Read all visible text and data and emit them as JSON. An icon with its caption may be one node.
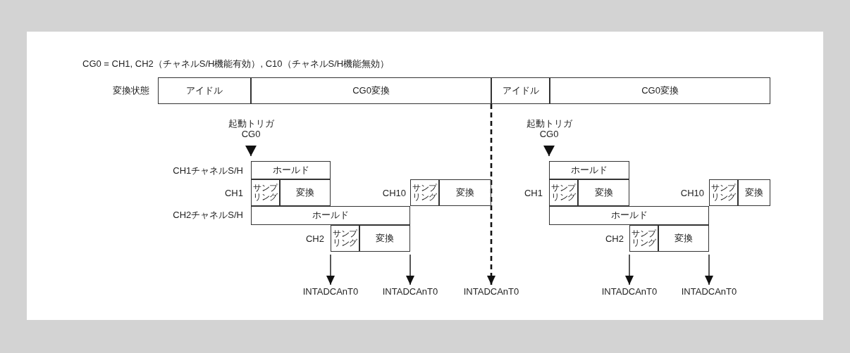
{
  "diagram": {
    "title": "CG0 = CH1, CH2（チャネルS/H機能有効）, C10（チャネルS/H機能無効）",
    "nodes": [
      {
        "text": [
          "アイドル"
        ]
      },
      {
        "text": [
          "CG0変換"
        ]
      },
      {
        "text": [
          "アイドル"
        ]
      },
      {
        "text": [
          "CG0変換"
        ]
      },
      {
        "text": [
          "起動トリガ CG0"
        ]
      },
      {
        "text": [
          "ホールド"
        ]
      },
      {
        "text": [
          "サンプリング"
        ]
      },
      {
        "text": [
          "変換"
        ]
      },
      {
        "text": [
          "サンプリング"
        ]
      },
      {
        "text": [
          "変換"
        ]
      },
      {
        "text": [
          "ホールド"
        ]
      },
      {
        "text": [
          "サンプリング"
        ]
      },
      {
        "text": [
          "変換"
        ]
      },
      {
        "text": [
          "起動トリガ CG0"
        ]
      },
      {
        "text": [
          "ホールド"
        ]
      },
      {
        "text": [
          "サンプリング"
        ]
      },
      {
        "text": [
          "変換"
        ]
      },
      {
        "text": [
          "サンプリング"
        ]
      },
      {
        "text": [
          "変換"
        ]
      },
      {
        "text": [
          "ホールド"
        ]
      },
      {
        "text": [
          "サンプリング"
        ]
      },
      {
        "text": [
          "変換"
        ]
      },
      {
        "text": [
          "INTADCAnT0"
        ]
      },
      {
        "text": [
          "INTADCAnT0"
        ]
      },
      {
        "text": [
          "INTADCAnT0"
        ]
      },
      {
        "text": [
          "INTADCAnT0"
        ]
      },
      {
        "text": [
          "INTADCAnT0"
        ]
      }
    ],
    "edges": [
      {
        "from": 4,
        "to": 5,
        "arrow": "to"
      },
      {
        "from": 13,
        "to": 14,
        "arrow": "to"
      },
      {
        "from": 11,
        "to": 22,
        "arrow": "to"
      },
      {
        "from": 12,
        "to": 23,
        "arrow": "to"
      },
      {
        "from": 1,
        "to": 24,
        "arrow": "to",
        "style": "dashed"
      },
      {
        "from": 20,
        "to": 25,
        "arrow": "to"
      },
      {
        "from": 21,
        "to": 26,
        "arrow": "to"
      }
    ],
    "labels": [
      "変換状態",
      "CH1チャネルS/H",
      "CH1",
      "CH10",
      "CH1",
      "CH10",
      "CH2チャネルS/H",
      "CH2",
      "CH2"
    ]
  }
}
